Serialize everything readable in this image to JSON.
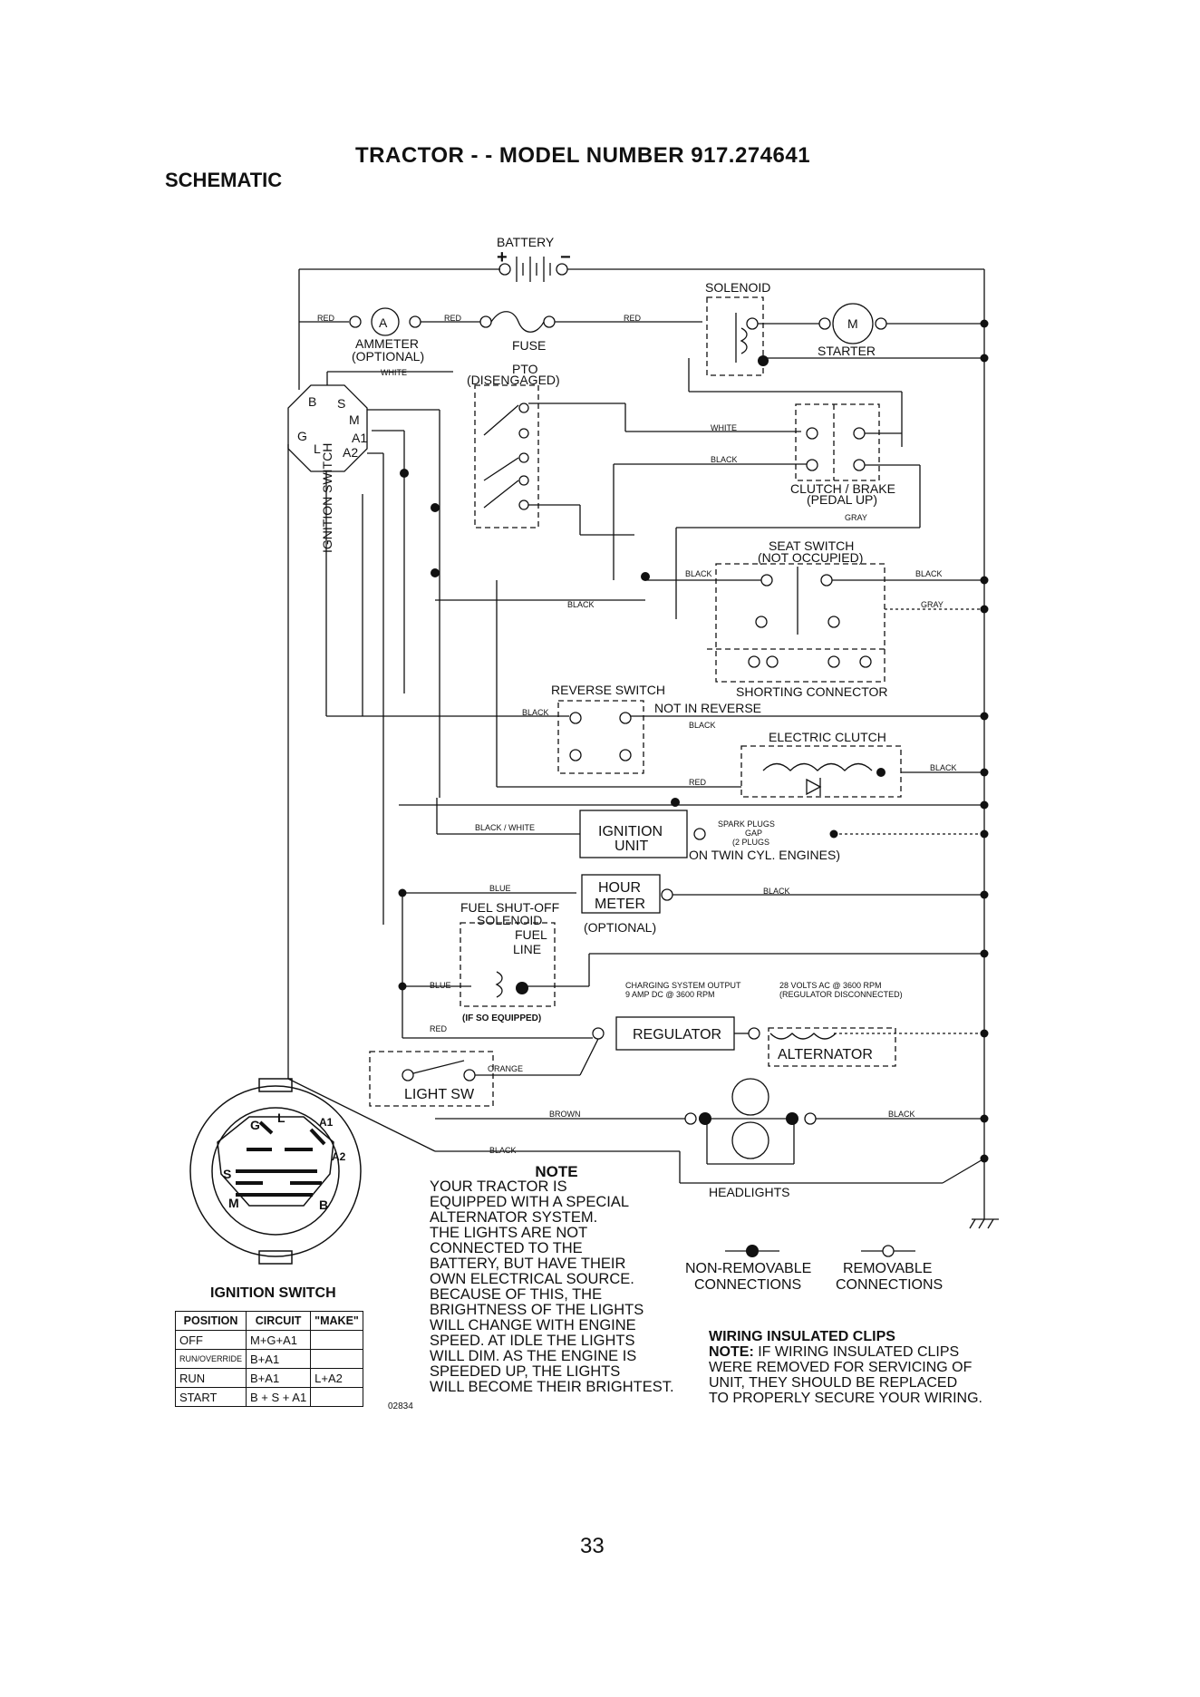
{
  "header": {
    "title": "TRACTOR - - MODEL NUMBER 917.274641",
    "subtitle": "SCHEMATIC"
  },
  "labels": {
    "battery": "BATTERY",
    "plus": "+",
    "minus": "−",
    "solenoid": "SOLENOID",
    "ammeter": "AMMETER",
    "ammeter_opt": "(OPTIONAL)",
    "ammeter_symbol": "A",
    "fuse": "FUSE",
    "starter": "STARTER",
    "starter_symbol": "M",
    "pto": "PTO",
    "pto_state": "(DISENGAGED)",
    "clutch_brake": "CLUTCH / BRAKE",
    "clutch_brake_state": "(PEDAL UP)",
    "seat_switch": "SEAT SWITCH",
    "seat_switch_state": "(NOT OCCUPIED)",
    "shorting_connector": "SHORTING CONNECTOR",
    "reverse_switch": "REVERSE SWITCH",
    "reverse_state": "NOT IN REVERSE",
    "electric_clutch": "ELECTRIC CLUTCH",
    "ignition_switch_vertical": "IGNITION SWITCH",
    "ignition_unit_1": "IGNITION",
    "ignition_unit_2": "UNIT",
    "spark_1": "SPARK PLUGS",
    "spark_2": "GAP",
    "spark_3": "(2 PLUGS",
    "spark_4": "ON TWIN CYL. ENGINES)",
    "hour_meter_1": "HOUR",
    "hour_meter_2": "METER",
    "hour_meter_opt": "(OPTIONAL)",
    "fuel_sol_1": "FUEL SHUT-OFF",
    "fuel_sol_2": "SOLENOID",
    "fuel": "FUEL",
    "line": "LINE",
    "if_equipped": "(IF SO EQUIPPED)",
    "charging_1": "CHARGING SYSTEM OUTPUT",
    "charging_2": "9 AMP DC @ 3600 RPM",
    "volts_1": "28 VOLTS AC @ 3600 RPM",
    "volts_2": "(REGULATOR DISCONNECTED)",
    "regulator": "REGULATOR",
    "alternator": "ALTERNATOR",
    "light_sw": "LIGHT SW",
    "headlights": "HEADLIGHTS",
    "non_removable_1": "NON-REMOVABLE",
    "non_removable_2": "CONNECTIONS",
    "removable_1": "REMOVABLE",
    "removable_2": "CONNECTIONS",
    "term_b": "B",
    "term_s": "S",
    "term_m": "M",
    "term_g": "G",
    "term_a1": "A1",
    "term_l": "L",
    "term_a2": "A2",
    "dial_g": "G",
    "dial_l": "L",
    "dial_a1": "A1",
    "dial_s": "S",
    "dial_a2": "A2",
    "dial_m": "M",
    "dial_b": "B"
  },
  "wires": {
    "red": "RED",
    "white": "WHITE",
    "black": "BLACK",
    "gray": "GRAY",
    "black_white": "BLACK / WHITE",
    "blue": "BLUE",
    "orange": "ORANGE",
    "brown": "BROWN"
  },
  "note": {
    "heading": "NOTE",
    "lines": [
      "YOUR TRACTOR IS",
      "EQUIPPED WITH A SPECIAL",
      "ALTERNATOR SYSTEM.",
      "THE LIGHTS ARE NOT",
      "CONNECTED TO THE",
      "BATTERY, BUT HAVE THEIR",
      "OWN ELECTRICAL SOURCE.",
      "BECAUSE OF THIS, THE",
      "BRIGHTNESS OF THE LIGHTS",
      "WILL CHANGE WITH ENGINE",
      "SPEED.  AT IDLE THE LIGHTS",
      "WILL DIM.  AS THE ENGINE IS",
      "SPEEDED UP, THE LIGHTS",
      "WILL BECOME THEIR BRIGHTEST."
    ]
  },
  "clips": {
    "heading": "WIRING INSULATED CLIPS",
    "note_label": "NOTE:",
    "line1": " IF WIRING INSULATED CLIPS",
    "line2": "WERE REMOVED FOR SERVICING OF",
    "line3": "UNIT, THEY SHOULD BE REPLACED",
    "line4": "TO PROPERLY SECURE YOUR WIRING."
  },
  "ignition_table": {
    "title": "IGNITION SWITCH",
    "headers": [
      "POSITION",
      "CIRCUIT",
      "\"MAKE\""
    ],
    "rows": [
      [
        "OFF",
        "M+G+A1",
        ""
      ],
      [
        "RUN/OVERRIDE",
        "B+A1",
        ""
      ],
      [
        "RUN",
        "B+A1",
        "L+A2"
      ],
      [
        "START",
        "B + S + A1",
        ""
      ]
    ]
  },
  "drawing_code": "02834",
  "page_number": "33"
}
